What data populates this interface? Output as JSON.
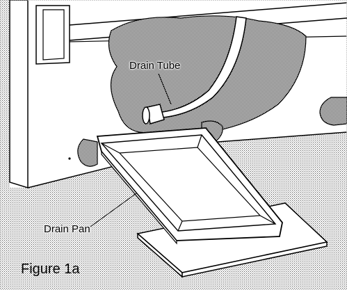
{
  "labels": {
    "drain_tube": "Drain Tube",
    "drain_pan": "Drain Pan",
    "figure": "Figure 1a"
  },
  "colors": {
    "stipple": "#6a6a6a",
    "line": "#000000",
    "background": "#ffffff"
  }
}
